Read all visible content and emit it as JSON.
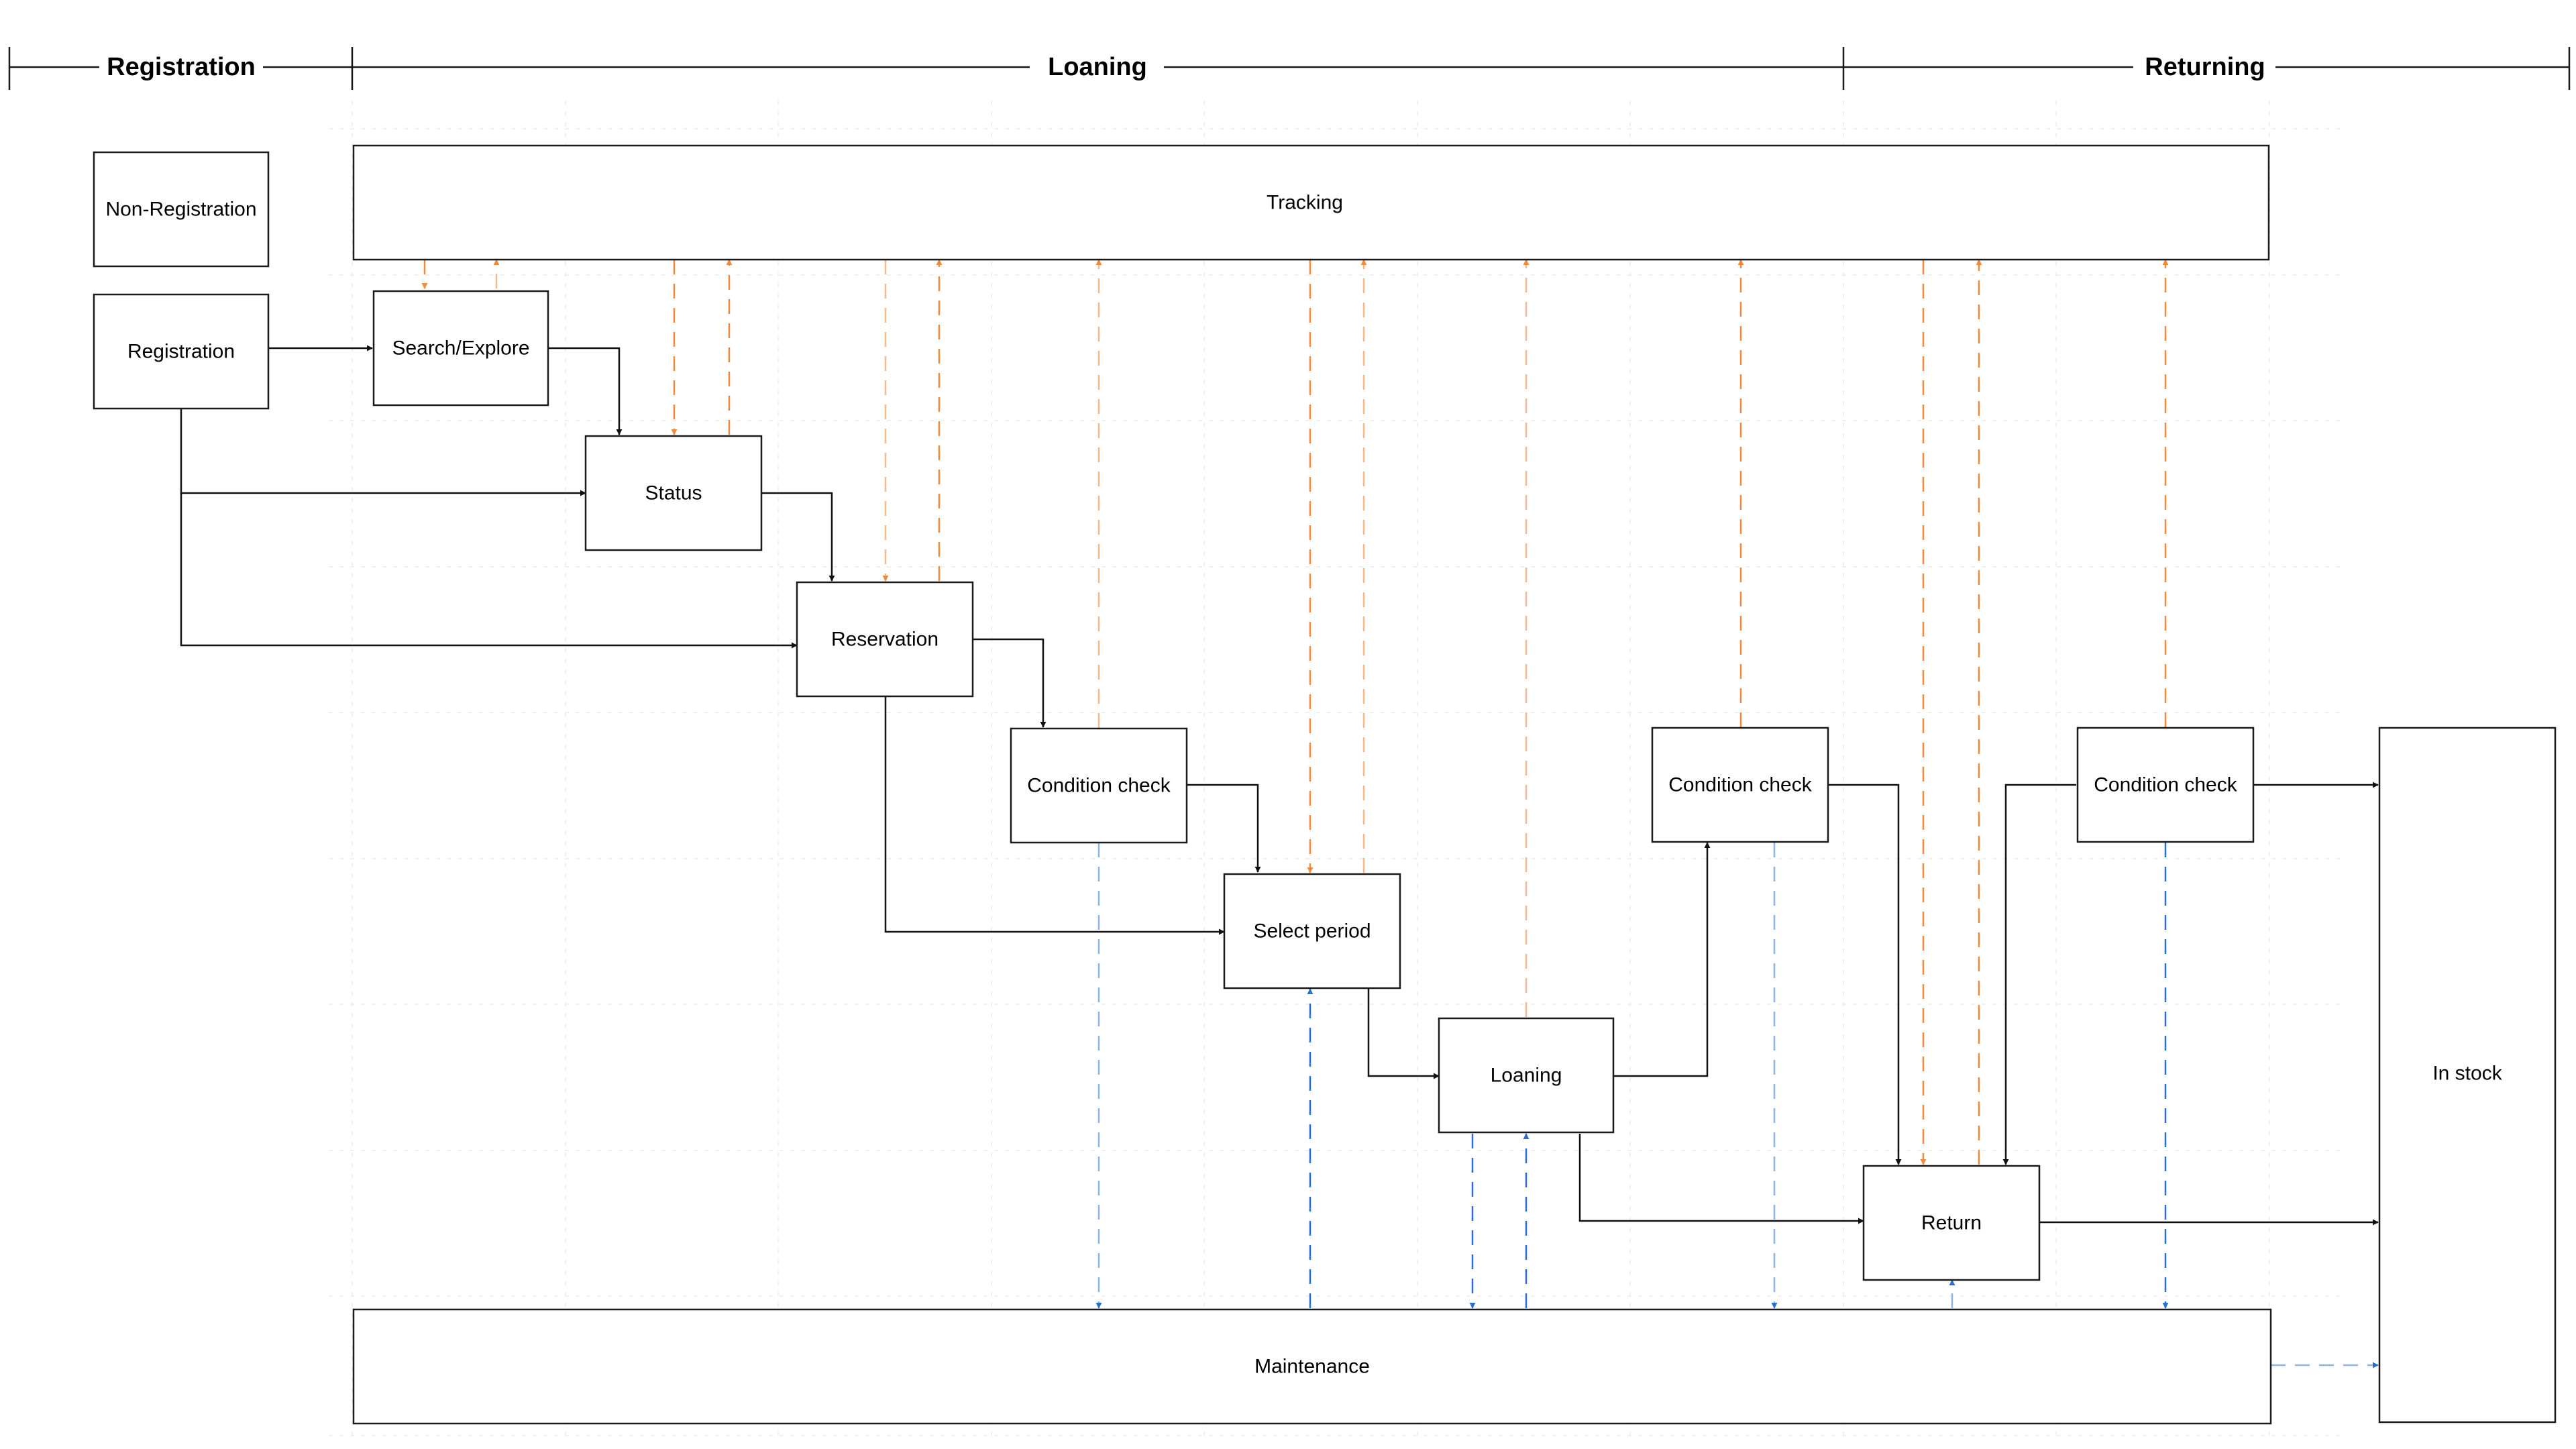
{
  "phases": {
    "registration": "Registration",
    "loaning": "Loaning",
    "returning": "Returning"
  },
  "nodes": {
    "non_registration": "Non-Registration",
    "registration": "Registration",
    "tracking": "Tracking",
    "search_explore": "Search/Explore",
    "status": "Status",
    "reservation": "Reservation",
    "condition_check_1": "Condition check",
    "select_period": "Select period",
    "loaning": "Loaning",
    "condition_check_2": "Condition check",
    "return": "Return",
    "condition_check_3": "Condition check",
    "in_stock": "In stock",
    "maintenance": "Maintenance"
  },
  "colors": {
    "flow": "#111111",
    "tracking_link": "#f08a3c",
    "maintenance_link": "#2a6fce"
  }
}
